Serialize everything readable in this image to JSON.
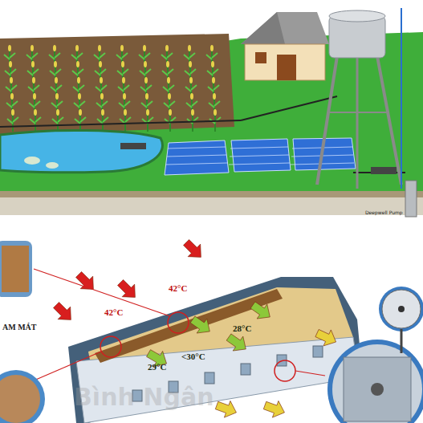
{
  "diagram": {
    "labels": [
      "42°C",
      "42°C",
      "28°C",
      "<30°C",
      "29°C",
      "AM MÁT",
      "Deepwell Pump",
      "Bình Ngân"
    ]
  }
}
